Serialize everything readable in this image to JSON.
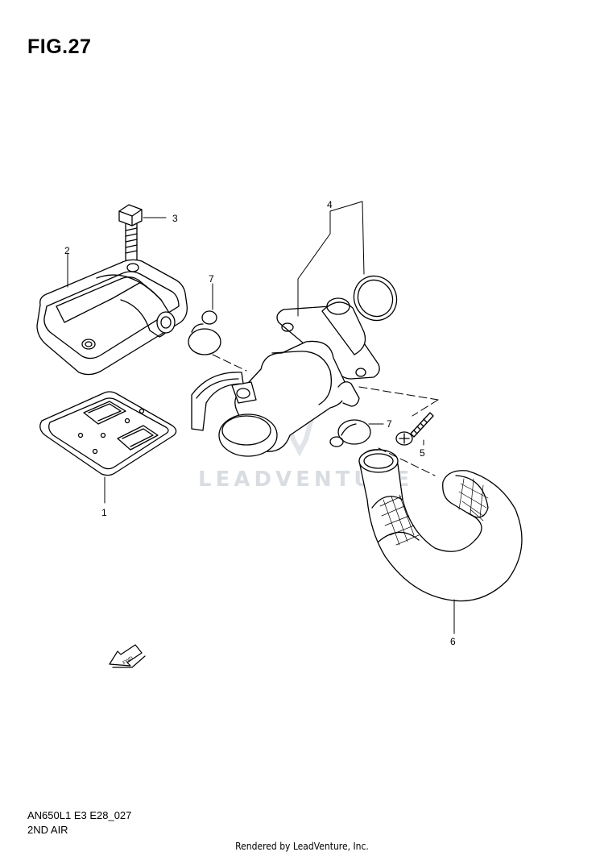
{
  "figure": {
    "title": "FIG.27",
    "model_code": "AN650L1 E3 E28_027",
    "section_name": "2ND AIR",
    "footer": "Rendered by LeadVenture, Inc.",
    "watermark": "LEADVENTURE",
    "fwd_label": "FWD"
  },
  "callouts": [
    {
      "id": "1",
      "label": "1"
    },
    {
      "id": "2",
      "label": "2"
    },
    {
      "id": "3",
      "label": "3"
    },
    {
      "id": "4",
      "label": "4"
    },
    {
      "id": "5",
      "label": "5"
    },
    {
      "id": "6",
      "label": "6"
    },
    {
      "id": "7a",
      "label": "7"
    },
    {
      "id": "7b",
      "label": "7"
    }
  ],
  "colors": {
    "line": "#000000",
    "watermark": "#d9dde2",
    "background": "#ffffff"
  }
}
